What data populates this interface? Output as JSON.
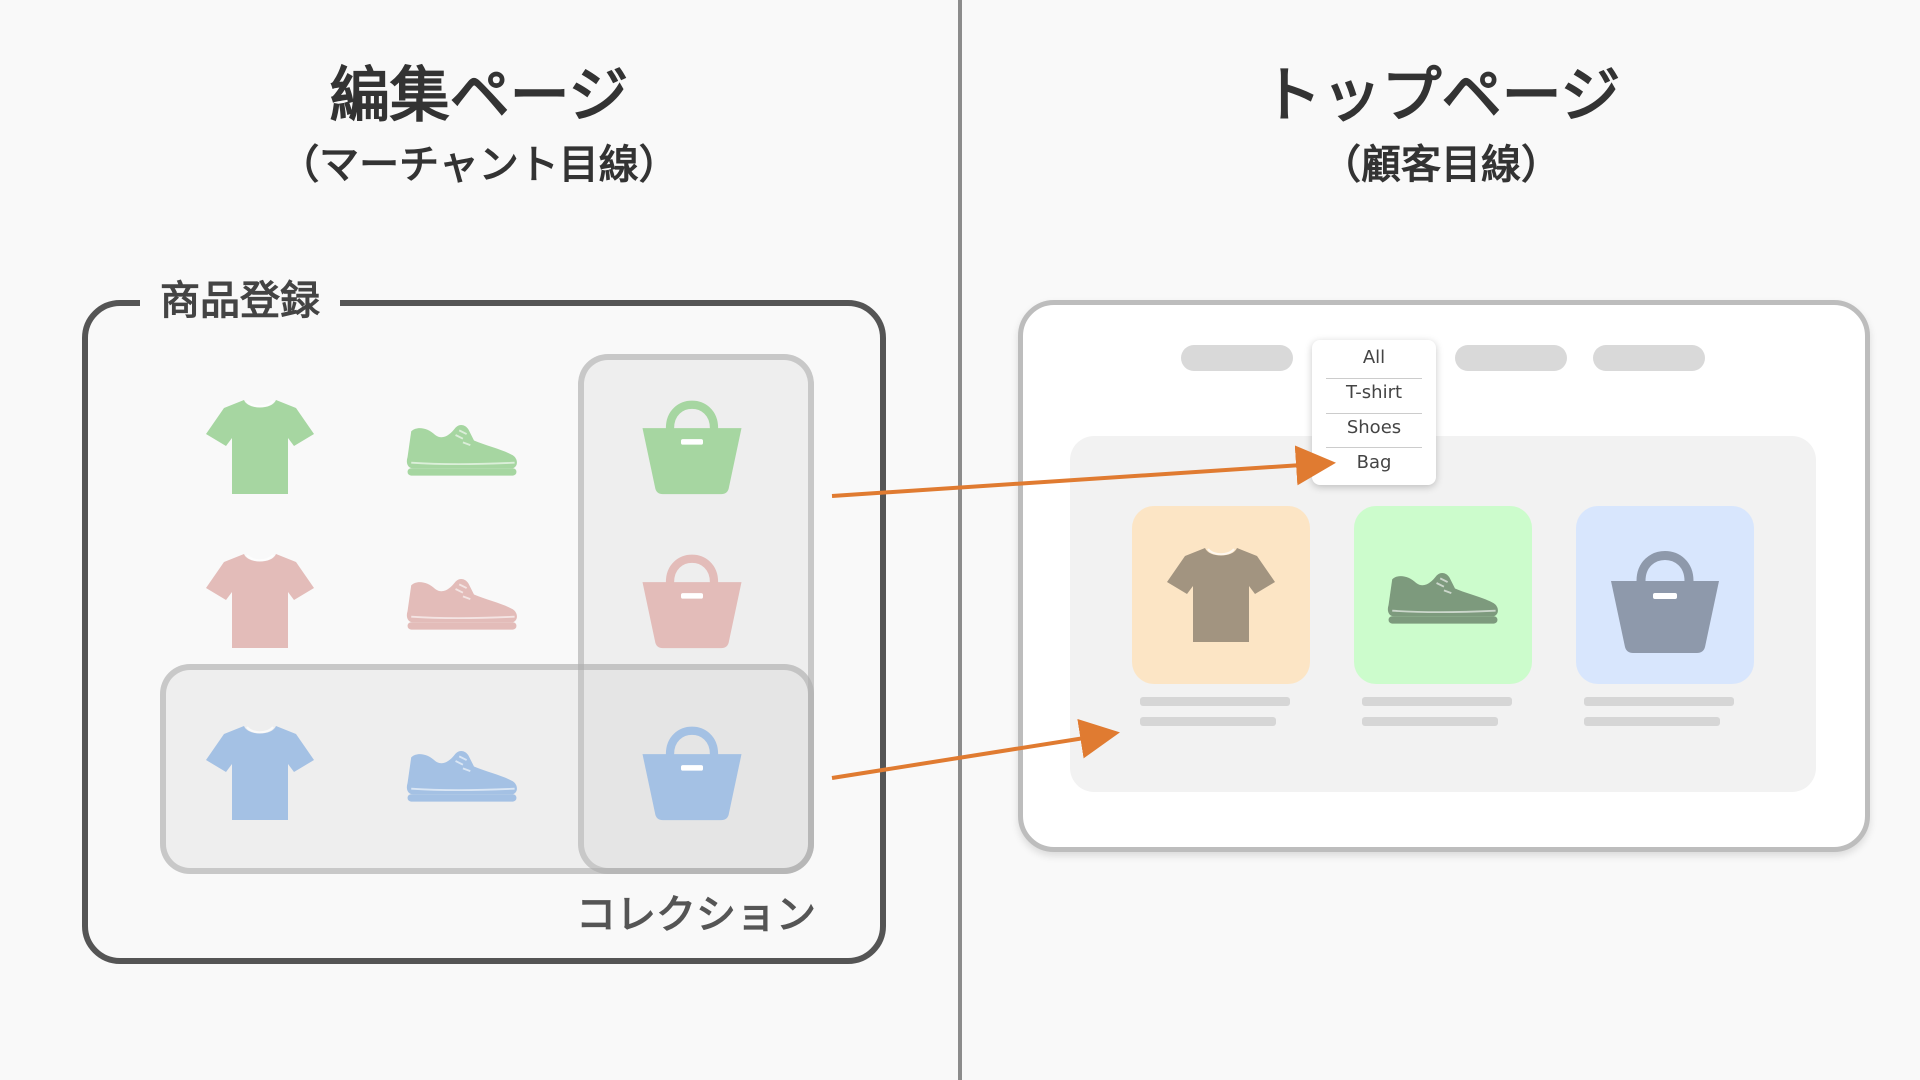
{
  "left_panel": {
    "title": "編集ページ",
    "subtitle": "（マーチャント目線）",
    "registration_label": "商品登録",
    "collection_label": "コレクション"
  },
  "right_panel": {
    "title": "トップページ",
    "subtitle": "（顧客目線）",
    "dropdown_options": [
      "All",
      "T-shirt",
      "Shoes",
      "Bag"
    ]
  },
  "colors": {
    "green_item": "#a6d6a1",
    "pink_item": "#e3bcb9",
    "blue_item": "#a4c1e4",
    "arrow": "#e07b31",
    "tile_orange_bg": "#fce5c5",
    "tile_green_bg": "#ccfccc",
    "tile_blue_bg": "#d8e6fd",
    "tile_tshirt_icon": "#a29480",
    "tile_shoe_icon": "#7d9a7d",
    "tile_bag_icon": "#8e99ab"
  },
  "icons": {
    "row_1": [
      "tshirt-icon",
      "shoe-icon",
      "bag-icon"
    ],
    "row_2": [
      "tshirt-icon",
      "shoe-icon",
      "bag-icon"
    ],
    "row_3": [
      "tshirt-icon",
      "shoe-icon",
      "bag-icon"
    ],
    "top_page_tiles": [
      "tshirt-icon",
      "shoe-icon",
      "bag-icon"
    ]
  }
}
